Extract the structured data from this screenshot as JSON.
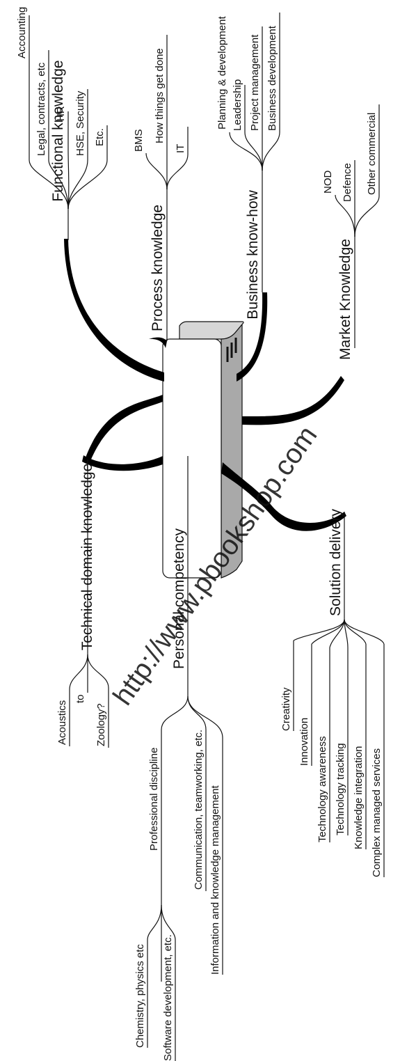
{
  "branches": {
    "functional": {
      "title": "Functional knowledge",
      "items": [
        "Accounting",
        "Legal, contracts, etc",
        "HR",
        "HSE, Security",
        "Etc."
      ]
    },
    "process": {
      "title": "Process knowledge",
      "items": [
        "BMS",
        "How things get done",
        "IT"
      ]
    },
    "business": {
      "title": "Business know-how",
      "items": [
        "Planning & development",
        "Leadership",
        "Project management",
        "Business development"
      ]
    },
    "market": {
      "title": "Market Knowledge",
      "items": [
        "NOD",
        "Defence",
        "Other commercial"
      ]
    },
    "technical": {
      "title": "Technical domain knowledge",
      "items": [
        "Acoustics",
        "to",
        "Zoology?"
      ]
    },
    "personal": {
      "title": "Personal competency",
      "items": [
        "Professional discipline",
        "Communication, teamworking, etc.",
        "Information and knowledge management"
      ],
      "subitems": [
        "Chemistry, physics etc",
        "Software development, etc."
      ]
    },
    "solution": {
      "title": "Solution delivery",
      "items": [
        "Creativity",
        "Innovation",
        "Technology awareness",
        "Technology tracking",
        "Knowledge integration",
        "Complex managed services"
      ]
    }
  },
  "watermark": "http://www.pbookshop.com"
}
